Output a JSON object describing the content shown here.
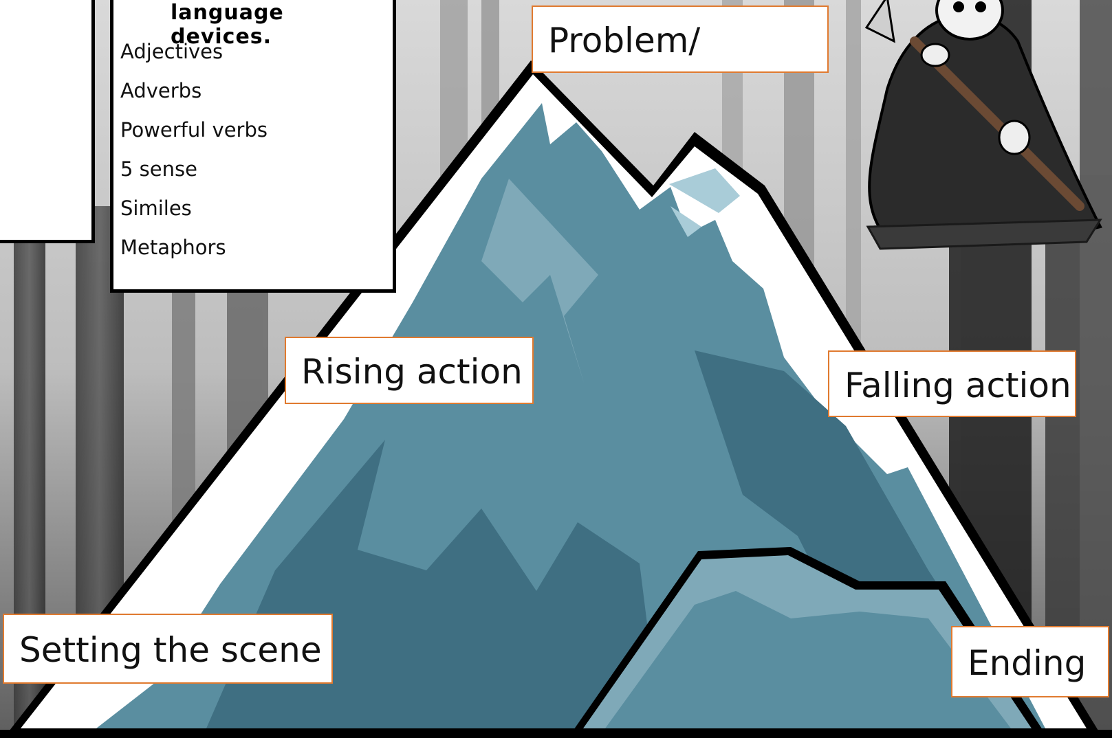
{
  "devices_box": {
    "heading": "language devices.",
    "items": [
      "Adjectives",
      "Adverbs",
      "Powerful verbs",
      "5 sense",
      "Similes",
      "Metaphors"
    ]
  },
  "stages": {
    "problem": "Problem/",
    "rising": "Rising action",
    "falling": "Falling action",
    "setting": "Setting the scene",
    "ending": "Ending"
  },
  "colors": {
    "box_border": "#e07a2f",
    "mountain_light": "#5a8ea0",
    "mountain_dark": "#3f6f82",
    "snow": "#ffffff"
  }
}
